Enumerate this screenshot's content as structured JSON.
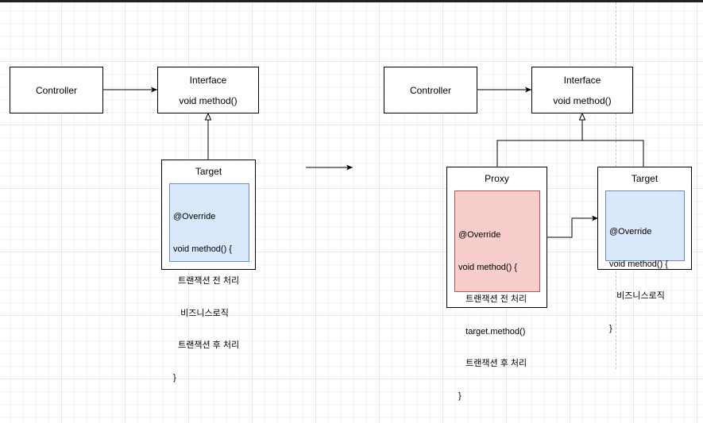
{
  "left": {
    "controller_label": "Controller",
    "interface": {
      "title": "Interface",
      "method": "void method()"
    },
    "target": {
      "title": "Target",
      "code": [
        "@Override",
        "void method() {",
        "  트랜잭션 전 처리",
        "   비즈니스로직",
        "  트랜잭션 후 처리",
        "}"
      ]
    }
  },
  "right": {
    "controller_label": "Controller",
    "interface": {
      "title": "Interface",
      "method": "void method()"
    },
    "proxy": {
      "title": "Proxy",
      "code": [
        "@Override",
        "void method() {",
        "   트랜잭션 전 처리",
        "   target.method()",
        "   트랜잭션 후 처리",
        "}"
      ]
    },
    "target": {
      "title": "Target",
      "code": [
        "@Override",
        "void method() {",
        "   비즈니스로직",
        "}"
      ]
    }
  },
  "colors": {
    "target_code_fill": "#dae8fc",
    "target_code_stroke": "#6c8ebf",
    "proxy_code_fill": "#f8cecc",
    "proxy_code_stroke": "#b85450"
  }
}
